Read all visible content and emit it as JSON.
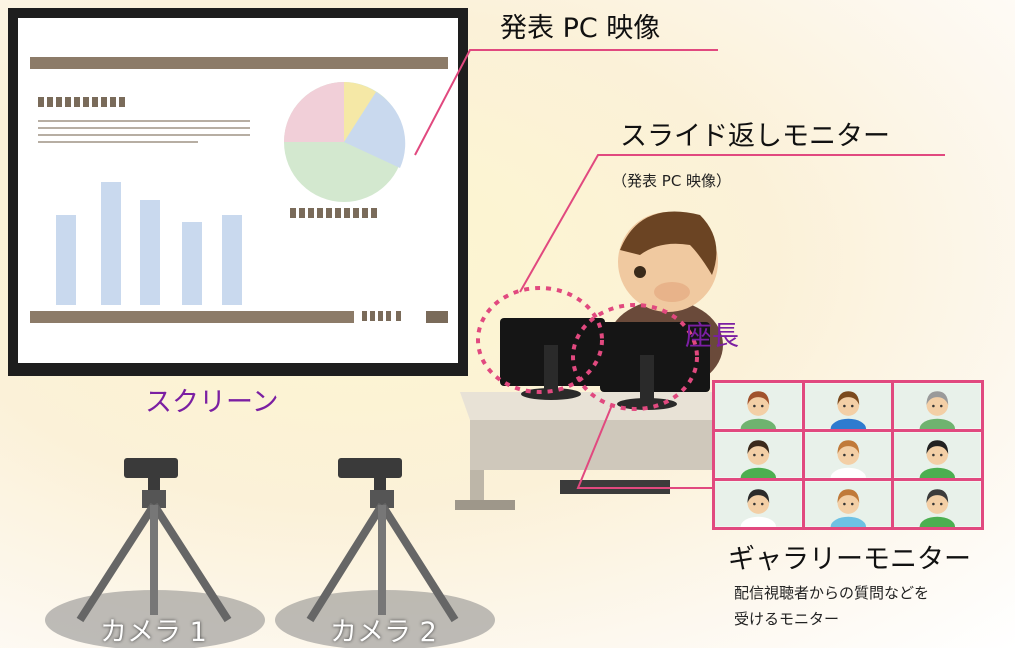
{
  "labels": {
    "presentation_pc": "発表 PC 映像",
    "slide_return_monitor": "スライド返しモニター",
    "slide_return_sub": "（発表 PC 映像）",
    "chair": "座長",
    "screen": "スクリーン",
    "gallery_monitor": "ギャラリーモニター",
    "gallery_desc_1": "配信視聴者からの質問などを",
    "gallery_desc_2": "受けるモニター",
    "camera1": "カメラ 1",
    "camera2": "カメラ 2"
  },
  "colors": {
    "accent_pink": "#e1497f",
    "label_purple": "#7b1fa2",
    "screen_frame": "#1e1e1e",
    "slide_bar": "#8c7b68",
    "bar_fill": "#c9d9ee"
  },
  "gallery_participants": [
    {
      "id": "p1",
      "hair": "#a0522d",
      "shirt": "#6fb36f"
    },
    {
      "id": "p2",
      "hair": "#7b4a1e",
      "shirt": "#2e7bcf"
    },
    {
      "id": "p3",
      "hair": "#9a9a9a",
      "shirt": "#6fb36f"
    },
    {
      "id": "p4",
      "hair": "#3b2a1c",
      "shirt": "#4caf50"
    },
    {
      "id": "p5",
      "hair": "#c07a3a",
      "shirt": "#ffffff"
    },
    {
      "id": "p6",
      "hair": "#222222",
      "shirt": "#4caf50"
    },
    {
      "id": "p7",
      "hair": "#2b2b2b",
      "shirt": "#ffffff"
    },
    {
      "id": "p8",
      "hair": "#c07a3a",
      "shirt": "#6ec1e4"
    },
    {
      "id": "p9",
      "hair": "#3b3b3b",
      "shirt": "#4caf50"
    }
  ]
}
